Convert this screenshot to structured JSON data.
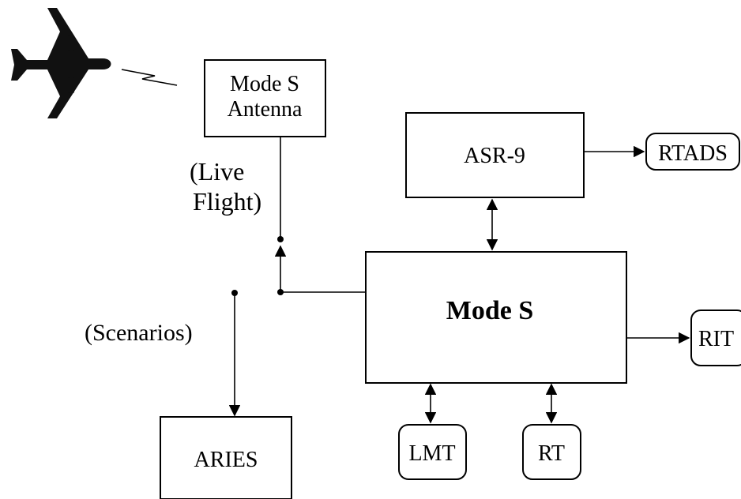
{
  "diagram": {
    "nodes": {
      "antenna_line1": "Mode S",
      "antenna_line2": "Antenna",
      "asr9": "ASR-9",
      "rtads": "RTADS",
      "modes": "Mode S",
      "rit": "RIT",
      "lmt": "LMT",
      "rt": "RT",
      "aries": "ARIES"
    },
    "labels": {
      "live_line1": "(Live",
      "live_line2": "Flight)",
      "scenarios": "(Scenarios)"
    },
    "icons": {
      "aircraft": "airplane-icon",
      "radio_link": "radio-link-icon",
      "switch": "switch-icon"
    }
  }
}
